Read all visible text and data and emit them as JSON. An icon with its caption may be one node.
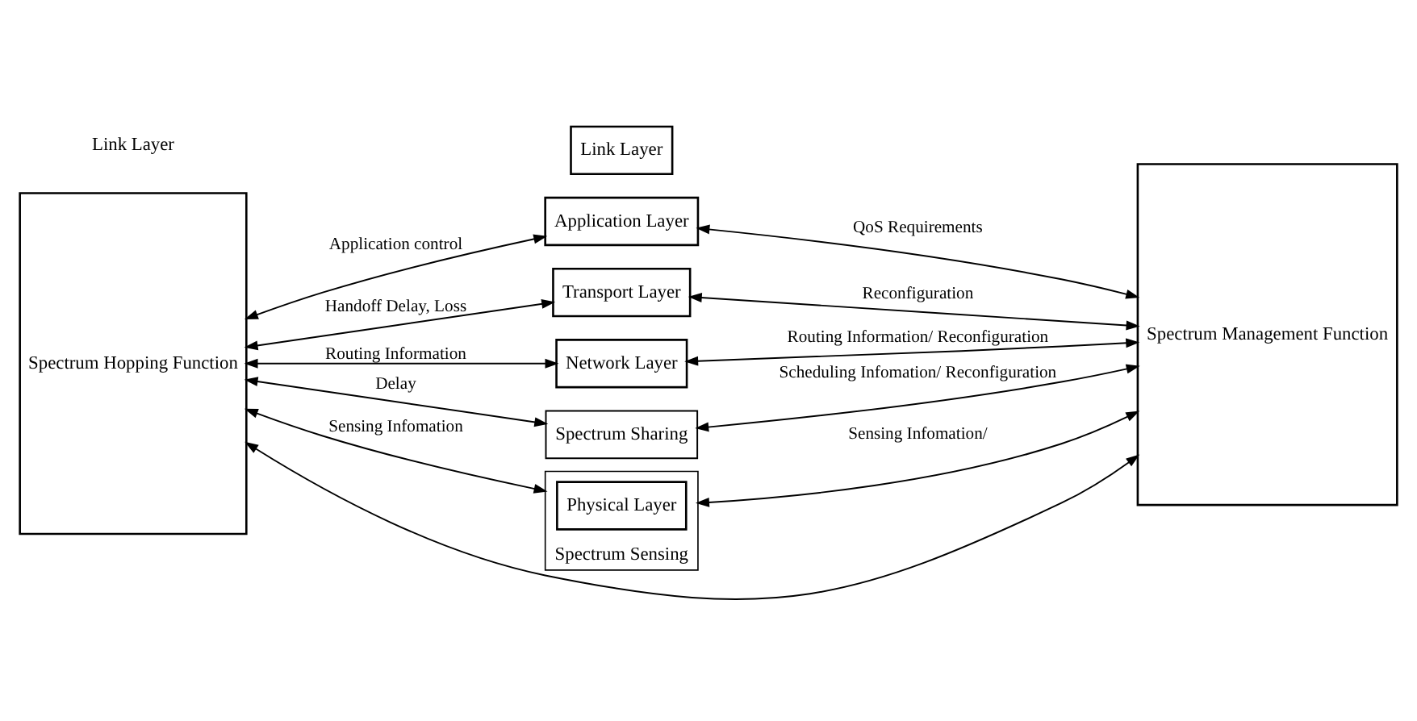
{
  "diagram": {
    "nodes": [
      {
        "text": [
          "Spectrum Hopping Function"
        ]
      },
      {
        "text": [
          "Application Layer"
        ]
      },
      {
        "text": [
          "Transport Layer"
        ]
      },
      {
        "text": [
          "Network Layer"
        ]
      },
      {
        "text": [
          "Spectrum Sharing"
        ]
      },
      {
        "text": [
          "Link Layer"
        ]
      },
      {
        "text": [
          "Spectrum Sensing"
        ]
      },
      {
        "text": [
          "Physical Layer"
        ],
        "in": 6
      },
      {
        "text": [
          "Spectrum Management Function"
        ]
      }
    ],
    "edges": [
      {
        "from": 0,
        "to": 1,
        "arrow": "both",
        "label": "Application control"
      },
      {
        "from": 1,
        "to": 8,
        "arrow": "both",
        "label": "QoS Requirements"
      },
      {
        "from": 0,
        "to": 2,
        "arrow": "both",
        "label": "Handoff Delay, Loss"
      },
      {
        "from": 2,
        "to": 8,
        "arrow": "both",
        "label": "Reconfiguration"
      },
      {
        "from": 0,
        "to": 3,
        "arrow": "both",
        "label": "Routing Information"
      },
      {
        "from": 3,
        "to": 8,
        "arrow": "both",
        "label": "Routing Information/ Reconfiguration"
      },
      {
        "from": 0,
        "to": 4,
        "arrow": "both",
        "label": "Delay"
      },
      {
        "from": 4,
        "to": 8,
        "arrow": "both",
        "label": "Scheduling Infomation/ Reconfiguration"
      },
      {
        "from": 0,
        "to": 6,
        "arrow": "both",
        "label": "Sensing Infomation"
      },
      {
        "from": 6,
        "to": 8,
        "arrow": "both",
        "label": "Sensing Infomation/"
      },
      {
        "from": 8,
        "to": 0,
        "arrow": "both"
      }
    ],
    "labels": [
      "Link Layer"
    ]
  }
}
